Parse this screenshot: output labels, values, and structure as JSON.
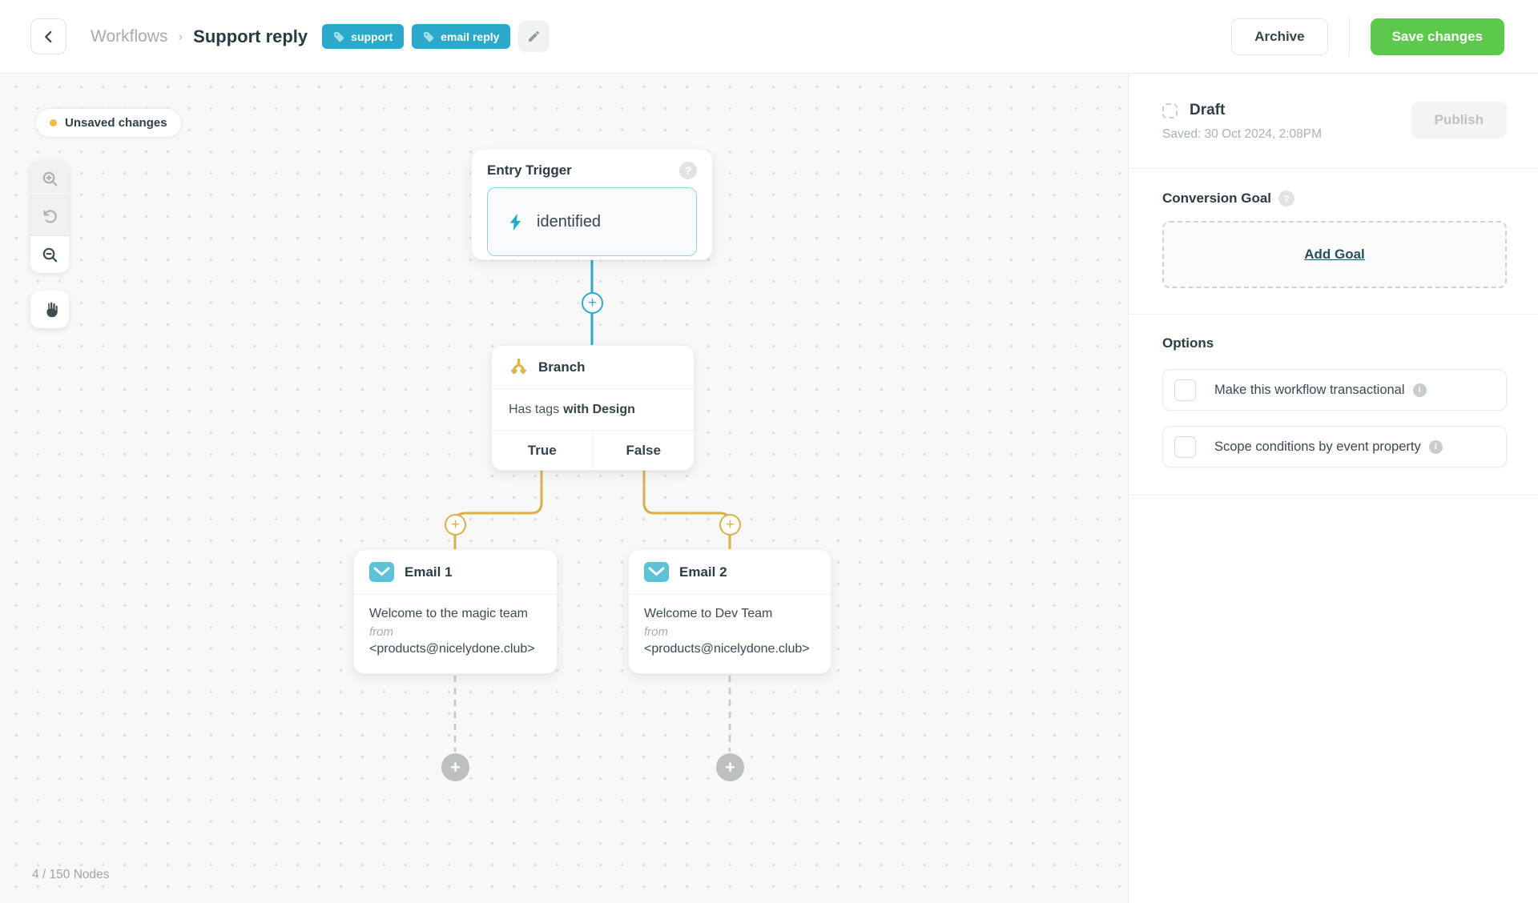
{
  "header": {
    "breadcrumb": {
      "parent": "Workflows",
      "separator": "›",
      "title": "Support reply"
    },
    "tags": [
      {
        "label": "support"
      },
      {
        "label": "email reply"
      }
    ],
    "archive_label": "Archive",
    "save_label": "Save changes"
  },
  "canvas": {
    "unsaved_badge": "Unsaved changes",
    "nodes_counter": "4 / 150 Nodes",
    "entry_trigger": {
      "title": "Entry Trigger",
      "event_name": "identified"
    },
    "branch": {
      "title": "Branch",
      "condition_prefix": "Has tags",
      "condition_value": "with Design",
      "true_label": "True",
      "false_label": "False"
    },
    "emails": [
      {
        "title": "Email 1",
        "subject": "Welcome to the magic team",
        "from_label": "from",
        "from_address": "<products@nicelydone.club>"
      },
      {
        "title": "Email 2",
        "subject": "Welcome to Dev Team",
        "from_label": "from",
        "from_address": "<products@nicelydone.club>"
      }
    ]
  },
  "sidebar": {
    "status_label": "Draft",
    "saved_text": "Saved: 30 Oct 2024, 2:08PM",
    "publish_label": "Publish",
    "conversion_goal": {
      "title": "Conversion Goal",
      "add_goal_label": "Add Goal"
    },
    "options": {
      "title": "Options",
      "items": [
        {
          "label": "Make this workflow transactional",
          "checked": false
        },
        {
          "label": "Scope conditions by event property",
          "checked": false
        }
      ]
    }
  },
  "icons": {
    "plus": "+",
    "question": "?",
    "info": "i"
  },
  "colors": {
    "accent_teal": "#2BA9CB",
    "accent_cyan": "#2FA9C9",
    "accent_green": "#5CC84C",
    "accent_yellow": "#D9B14B",
    "unsaved_dot": "#F5B840"
  }
}
